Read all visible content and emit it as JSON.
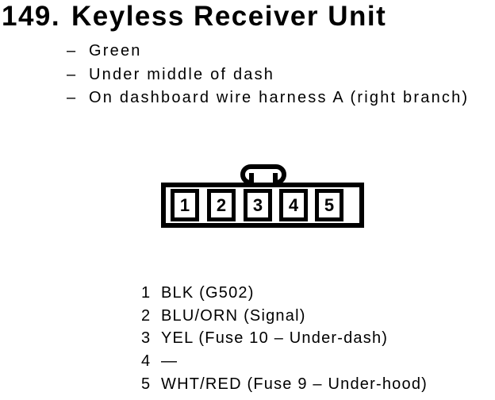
{
  "colors": {
    "ink": "#000000",
    "paper": "#ffffff"
  },
  "heading": {
    "number": "149.",
    "title": "Keyless Receiver Unit"
  },
  "notes": {
    "dash": "–",
    "items": [
      "Green",
      "Under middle of dash",
      "On dashboard wire harness A (right branch)"
    ]
  },
  "connector": {
    "pins": [
      "1",
      "2",
      "3",
      "4",
      "5"
    ]
  },
  "pinout": [
    {
      "pin": "1",
      "wire": "BLK (G502)"
    },
    {
      "pin": "2",
      "wire": "BLU/ORN (Signal)"
    },
    {
      "pin": "3",
      "wire": "YEL (Fuse 10 – Under-dash)"
    },
    {
      "pin": "4",
      "wire": "—"
    },
    {
      "pin": "5",
      "wire": "WHT/RED (Fuse 9 – Under-hood)"
    }
  ]
}
